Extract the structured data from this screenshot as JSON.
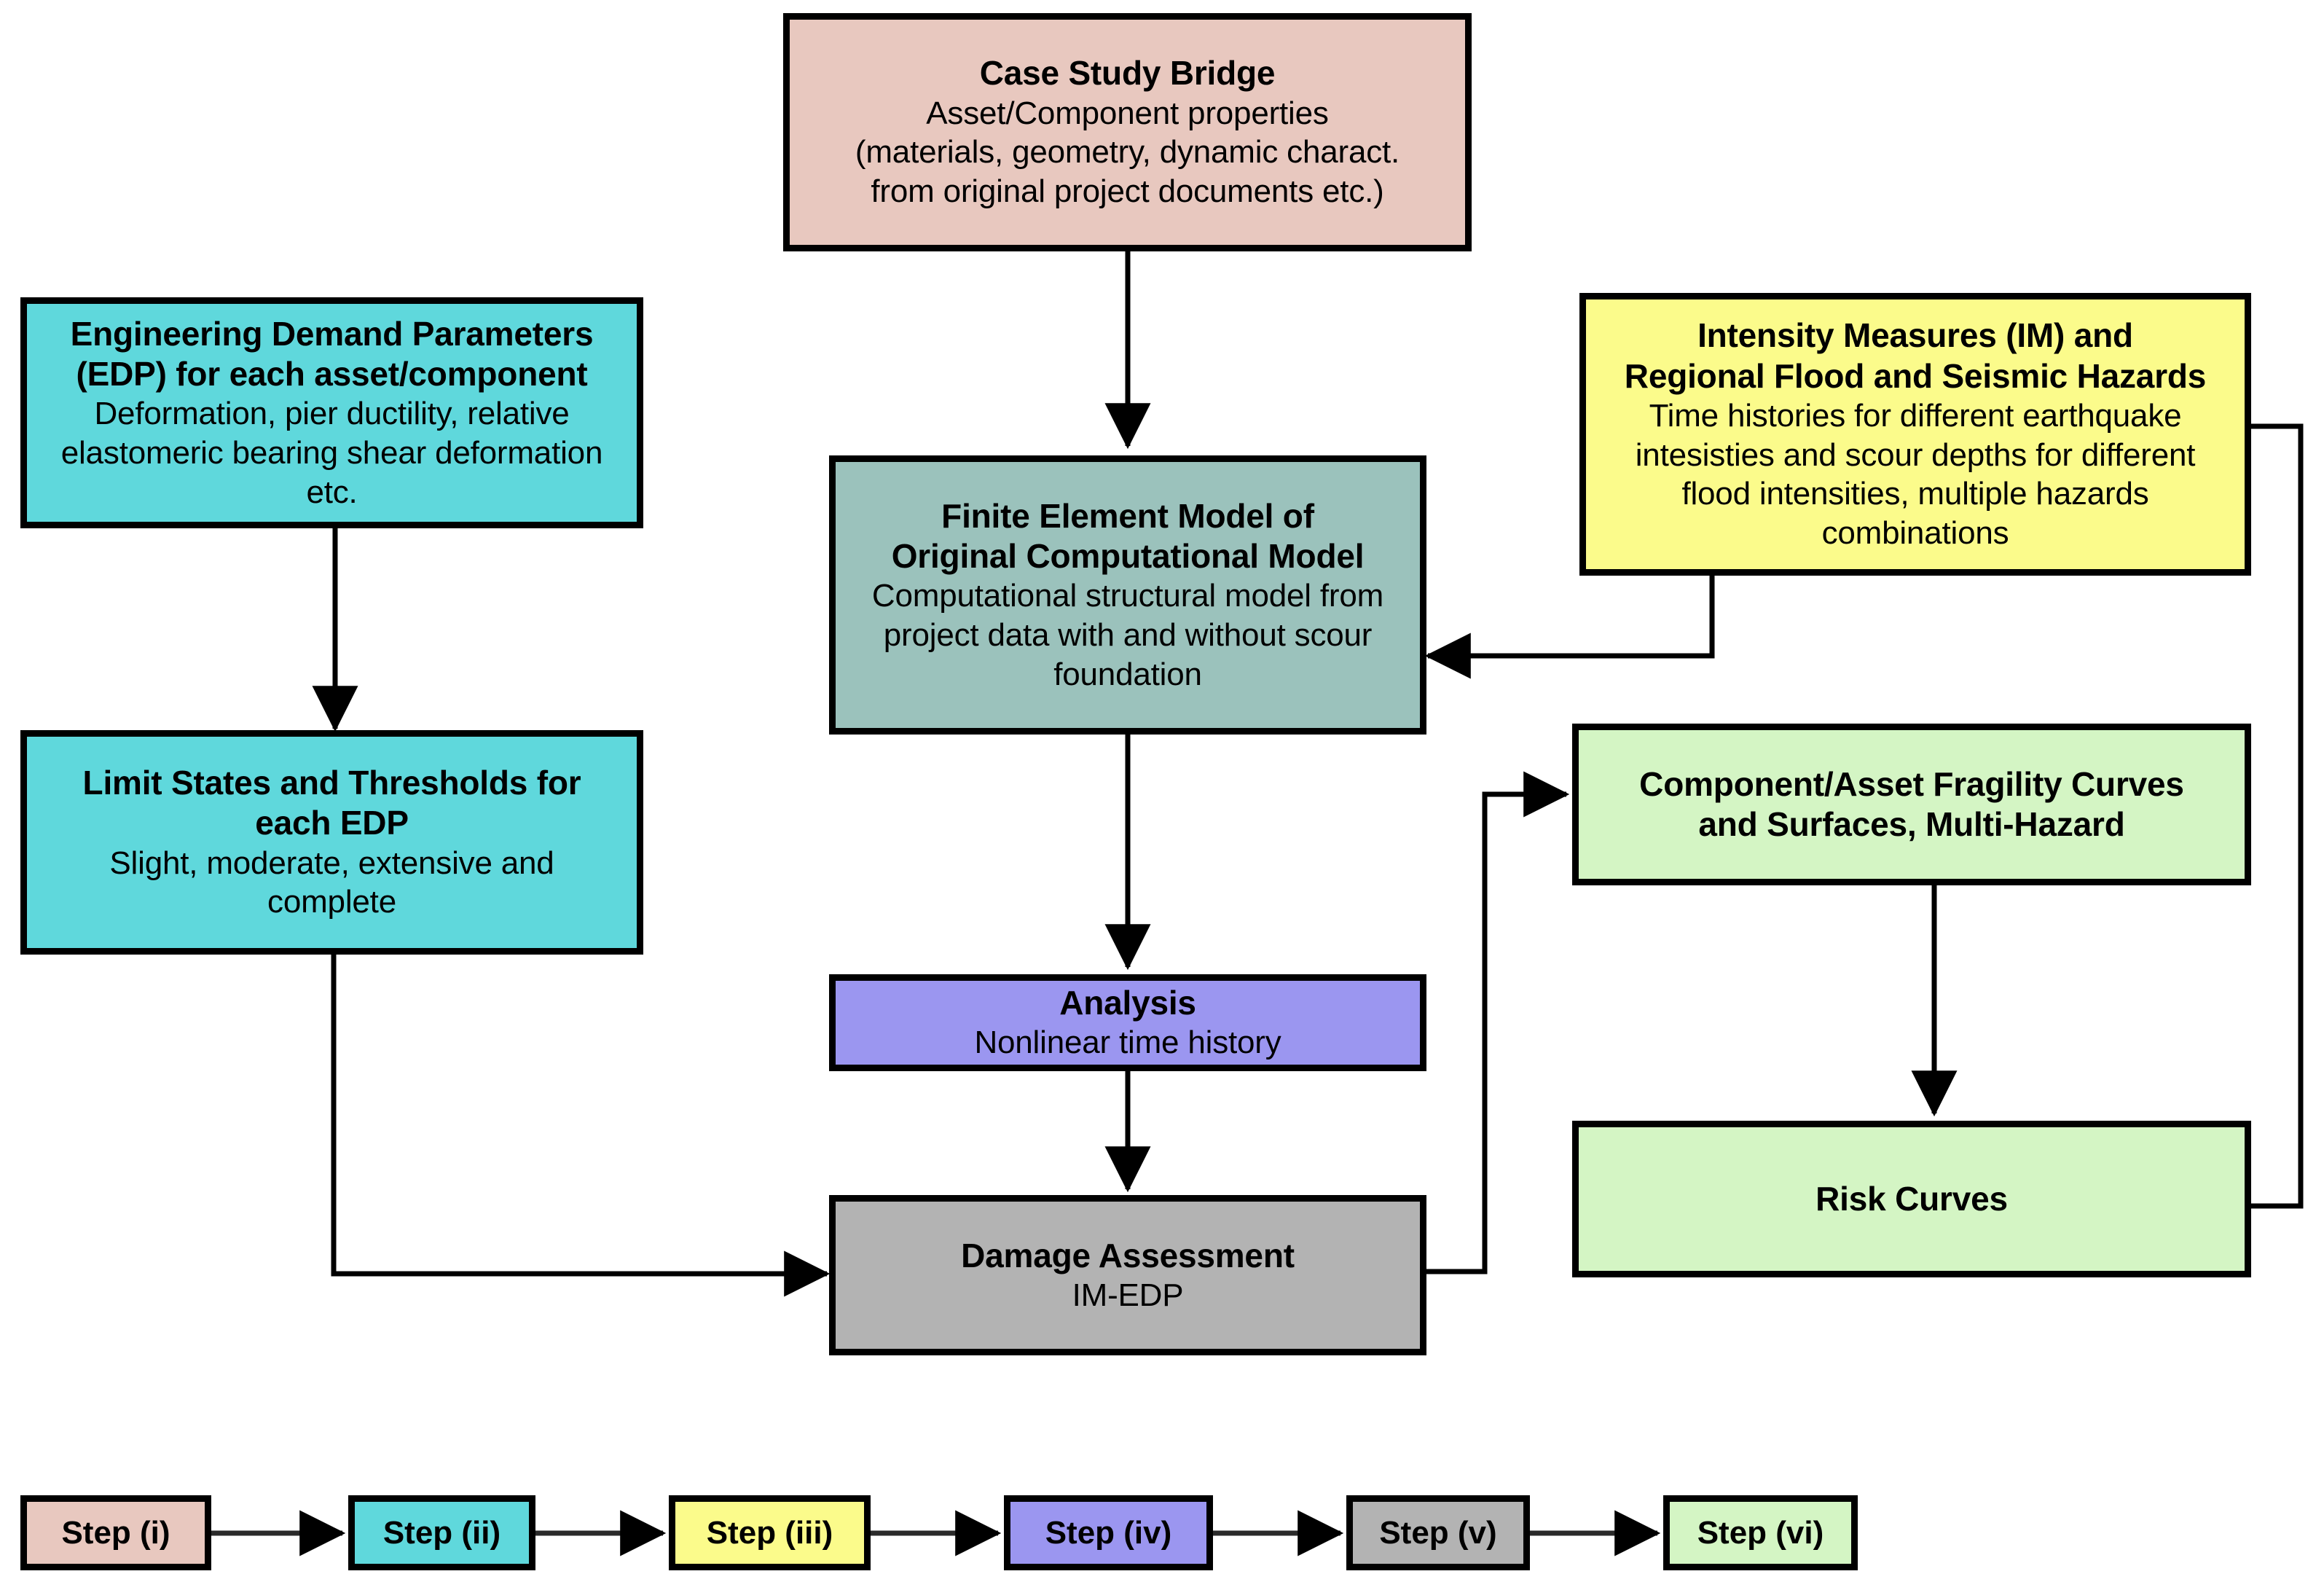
{
  "diagram": {
    "title": "Multi-hazard bridge risk assessment framework flowchart",
    "colors": {
      "step_i_pink": "#e8c8bf",
      "step_ii_cyan": "#5fd8dc",
      "step_iii_yellow": "#fbfb8b",
      "step_iv_purple": "#9b96f0",
      "step_v_gray": "#b3b3b3",
      "step_vi_green": "#d4f5c4",
      "fem_teal": "#9bc2bc",
      "border_black": "#000000",
      "background_white": "#ffffff"
    }
  },
  "nodes": {
    "case_study": {
      "title": "Case Study Bridge",
      "line1": "Asset/Component properties",
      "line2": "(materials, geometry, dynamic charact.",
      "line3": "from original project documents etc.)"
    },
    "edp": {
      "title_line1": "Engineering Demand Parameters",
      "title_line2": "(EDP) for each asset/component",
      "line1": "Deformation, pier ductility, relative",
      "line2": "elastomeric bearing shear deformation",
      "line3": "etc."
    },
    "limit_states": {
      "title_line1": "Limit States and Thresholds for",
      "title_line2": "each EDP",
      "line1": "Slight, moderate, extensive and",
      "line2": "complete"
    },
    "fem": {
      "title_line1": "Finite Element Model of",
      "title_line2": "Original Computational Model",
      "line1": "Computational structural model from",
      "line2": "project data with and without scour",
      "line3": "foundation"
    },
    "intensity_measures": {
      "title_line1": "Intensity Measures (IM) and",
      "title_line2": "Regional Flood and Seismic Hazards",
      "line1": "Time histories for different earthquake",
      "line2": "intesisties and scour depths for different",
      "line3": "flood intensities, multiple hazards",
      "line4": "combinations"
    },
    "analysis": {
      "title": "Analysis",
      "line1": "Nonlinear time history"
    },
    "damage_assessment": {
      "title": "Damage Assessment",
      "line1": "IM-EDP"
    },
    "fragility": {
      "title_line1": "Component/Asset Fragility Curves",
      "title_line2": "and Surfaces, Multi-Hazard"
    },
    "risk_curves": {
      "title": "Risk Curves"
    }
  },
  "legend": {
    "steps": [
      {
        "label": "Step (i)",
        "color": "#e8c8bf"
      },
      {
        "label": "Step (ii)",
        "color": "#5fd8dc"
      },
      {
        "label": "Step (iii)",
        "color": "#fbfb8b"
      },
      {
        "label": "Step (iv)",
        "color": "#9b96f0"
      },
      {
        "label": "Step (v)",
        "color": "#b3b3b3"
      },
      {
        "label": "Step (vi)",
        "color": "#d4f5c4"
      }
    ]
  }
}
